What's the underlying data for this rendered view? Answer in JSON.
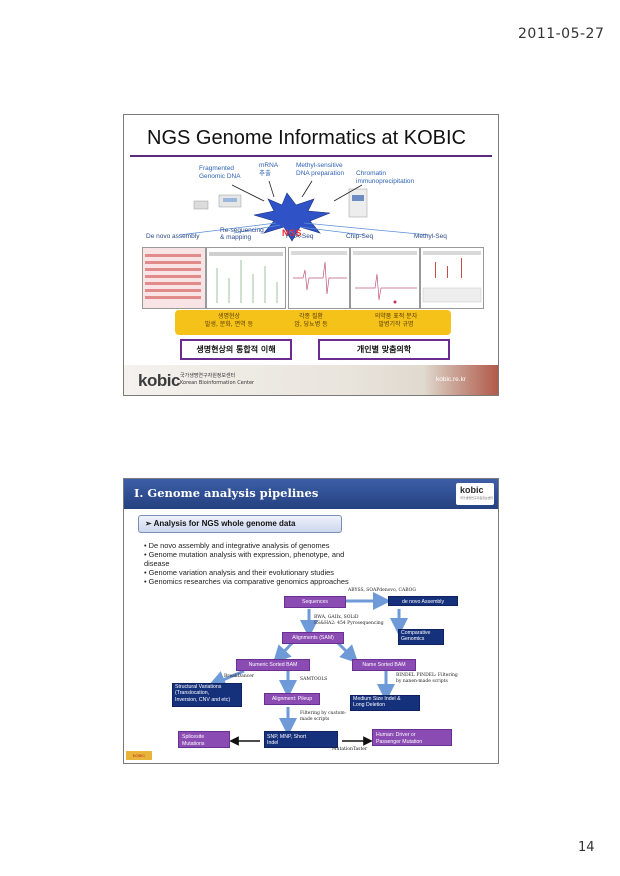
{
  "header": {
    "date": "2011-05-27"
  },
  "page_number": "14",
  "slide1": {
    "title": "NGS Genome Informatics at KOBIC",
    "inputs": {
      "fragmented": "Fragmented\nGenomic DNA",
      "mrna": "mRNA\n추출",
      "methyl": "Methyl-sensitive\nDNA preparation",
      "chromatin": "Chromatin\nimmunoprecipitation"
    },
    "hub": "NGS",
    "applications": {
      "denovo": "De novo assembly",
      "reseq": "Re-sequencing\n& mapping",
      "rnaseq": "RNA-Seq",
      "chipseq": "Chip-Seq",
      "methylseq": "Methyl-Seq"
    },
    "benefits": [
      {
        "line1": "생명현상",
        "line2": "발생, 분화, 면역 등"
      },
      {
        "line1": "각종 질환",
        "line2": "암, 당뇨병 등"
      },
      {
        "line1": "의약품 표적 분자",
        "line2": "발병기작 규명"
      }
    ],
    "outcomes": {
      "left": "생명현상의 통합적 이해",
      "right": "개인별 맞춤의학"
    },
    "footer": {
      "logo": "kobic",
      "org_kr": "국가생명연구자원정보센터",
      "org_en": "Korean Bioinformation Center",
      "url": "kobic.re.kr"
    },
    "colors": {
      "accent": "#5a2a7e",
      "yellow": "#f5c21a",
      "hub_red": "#ff2a2a"
    }
  },
  "slide2": {
    "title": "I. Genome analysis pipelines",
    "logo": "kobic",
    "logo_sub": "국가생명연구자원정보센터",
    "section": "➢  Analysis for NGS whole genome data",
    "bullets": [
      "• De novo assembly and integrative analysis of genomes",
      "• Genome mutation analysis with expression, phenotype, and",
      "disease",
      "• Genome variation analysis and their evolutionary studies",
      "• Genomics researches via comparative genomics approaches"
    ],
    "flow": {
      "sequences": "Sequences",
      "denovo": "de novo Assembly",
      "tools_top": "ABYSS, SOAPdenovo, CABOG",
      "aligners": "BWA, GAIIx, SOLiD\nSS&HA2: 454 Pyrosequencing",
      "alignments": "Alignments (SAM)",
      "comparative": "Comparative\nGenomics",
      "numeric_bam": "Numeric Sorted BAM",
      "name_bam": "Name Sorted BAM",
      "breakdancer": "BreakDancer",
      "samtools": "SAMTOOLS",
      "bindel": "BINDEL PINDEL: Filtering\nby nanen-made scripts",
      "structural": "Structural Variations\n(Translocation,\nInversion, CNV and etc)",
      "pileup": "Alignment: Pileup",
      "medium_indel": "Medium Size Indel &\nLong Deletion",
      "filtering": "Filtering by custom-\nmade scripts",
      "splicesite": "Splicesite\nMutations",
      "snp": "SNP, MNP, Short\nIndel",
      "human": "Human: Driver or\nPassenger Mutation",
      "mutationtaster": "MutationTaster"
    },
    "footer_tag": "KOBIC",
    "colors": {
      "titlebar": "#2b4a8c",
      "purple": "#8a4bb3",
      "navy": "#16317c"
    }
  }
}
